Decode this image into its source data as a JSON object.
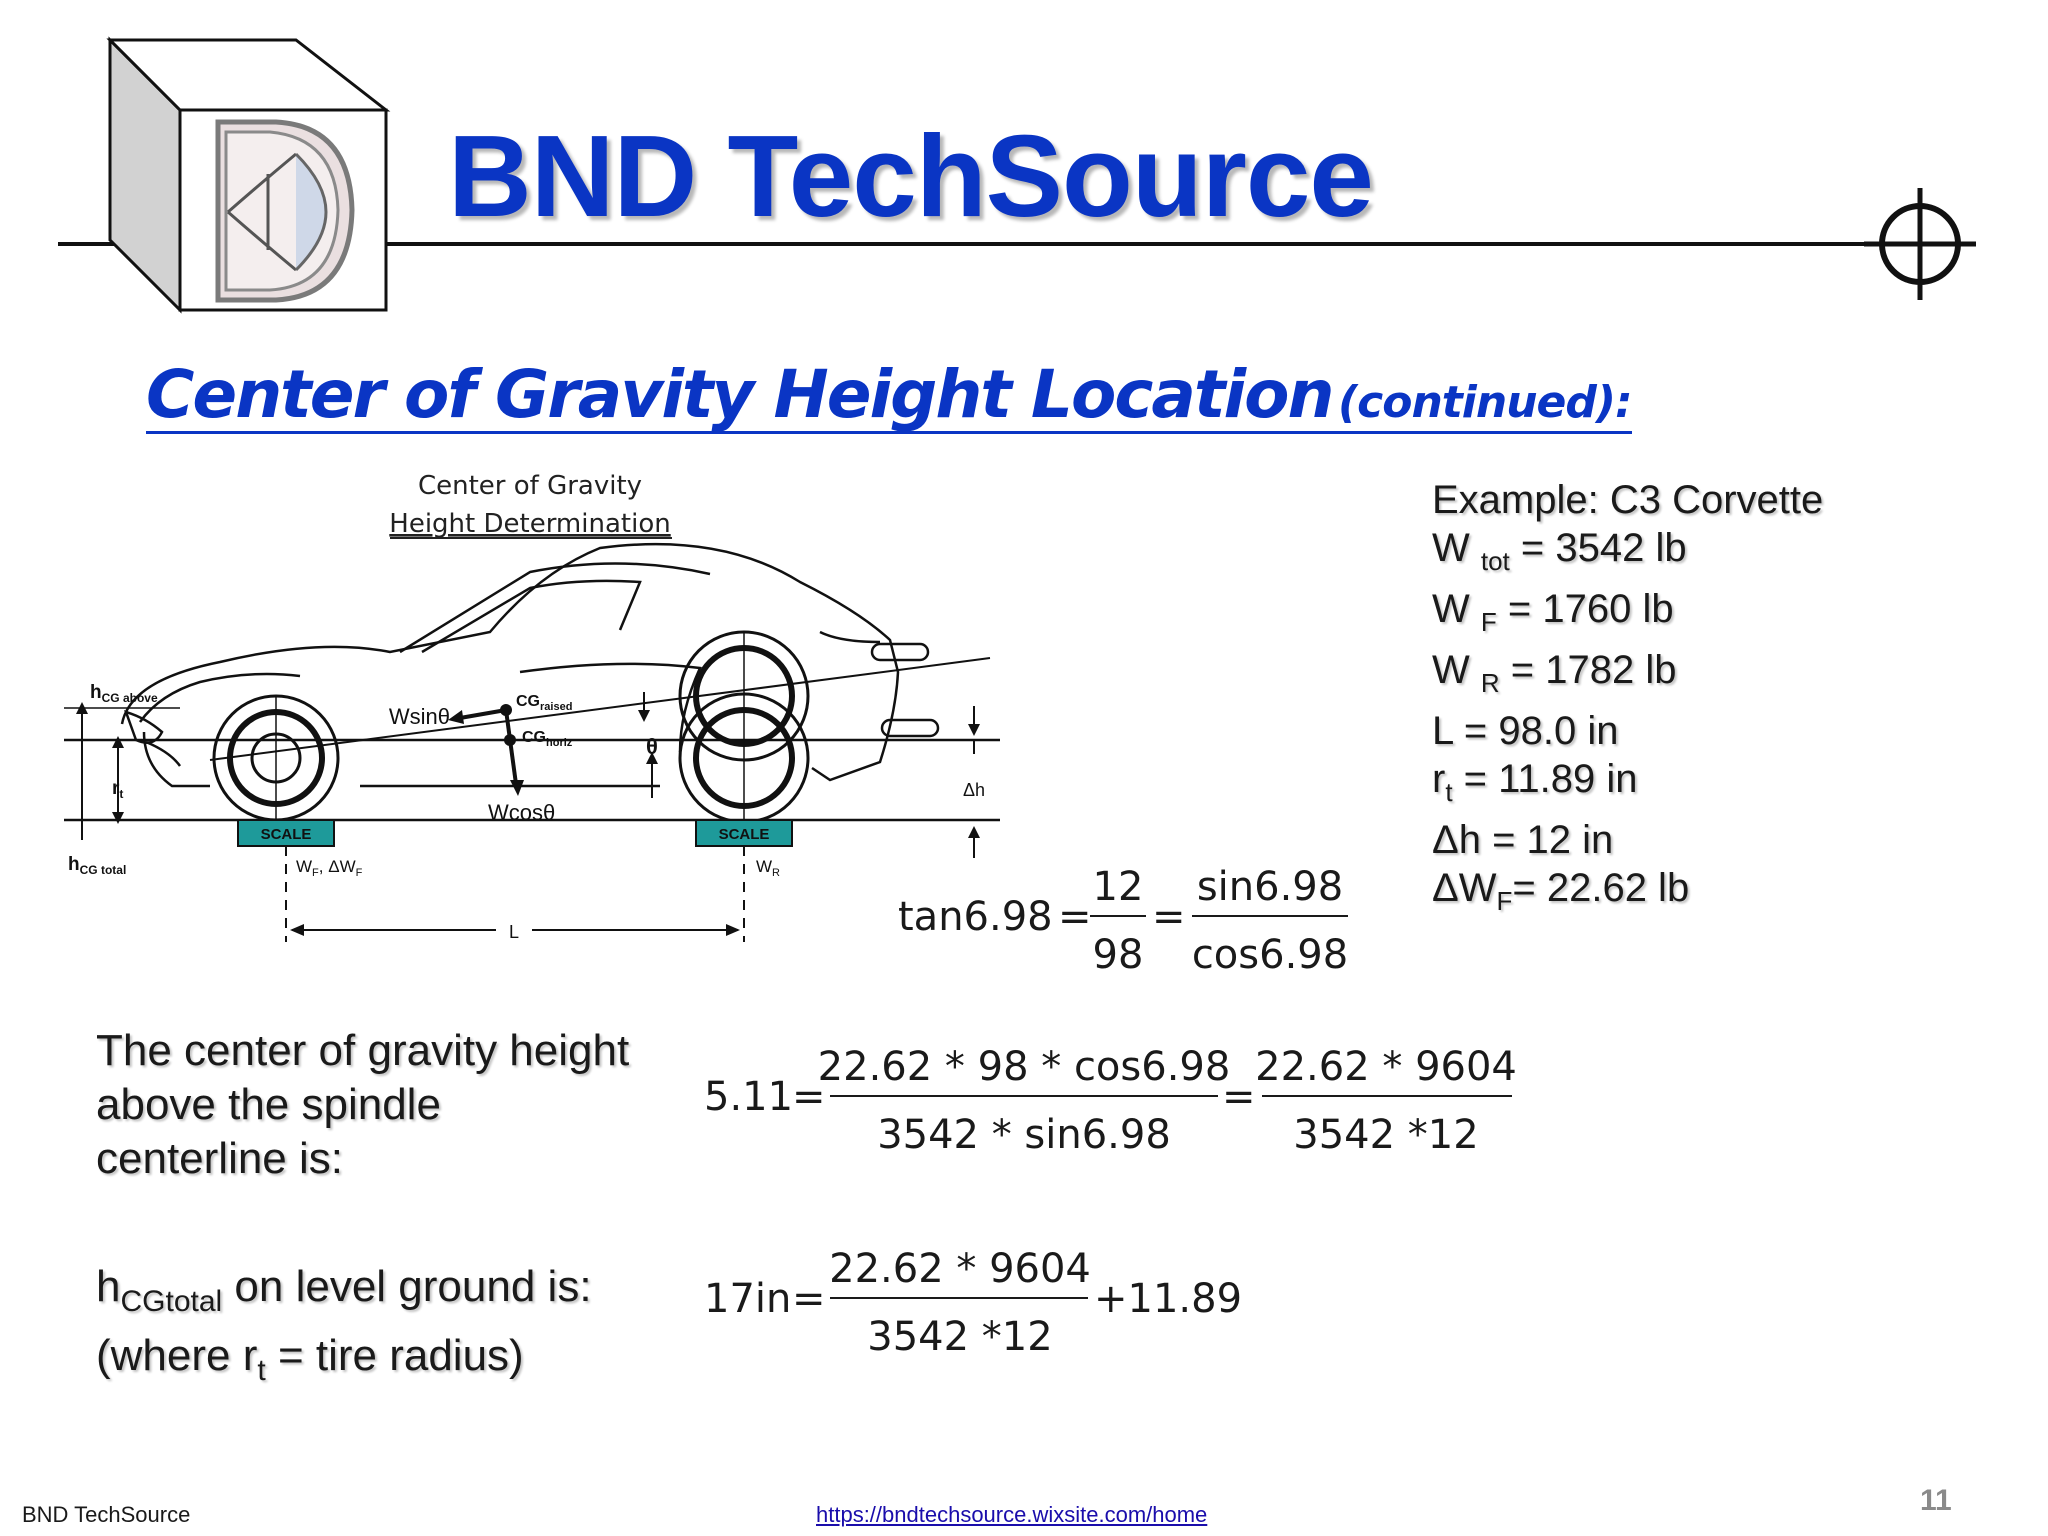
{
  "brand": {
    "title": "BND TechSource",
    "colors": {
      "brand_blue": "#0a35c4",
      "scale_teal": "#1e9a9a"
    }
  },
  "slide": {
    "heading_main": "Center of Gravity Height Location",
    "heading_sub": "(continued):"
  },
  "diagram": {
    "title_line1": "Center of Gravity",
    "title_line2": "Height Determination",
    "labels": {
      "hcg_above": "h",
      "hcg_above_sub": "CG above",
      "rt": "r",
      "rt_sub": "t",
      "hcg_total": "h",
      "hcg_total_sub": "CG total",
      "wsin": "Wsinθ",
      "wcos": "Wcosθ",
      "cg_raised": "CG",
      "cg_raised_sub": "raised",
      "cg_horiz": "CG",
      "cg_horiz_sub": "horiz",
      "theta": "θ",
      "delta_h": "Δh",
      "scale_front": "SCALE",
      "scale_rear": "SCALE",
      "wf": "W",
      "wf_sub": "F",
      "wf_sep": ", ΔW",
      "wf_sep_sub": "F",
      "wr": "W",
      "wr_sub": "R",
      "L": "L"
    }
  },
  "example": {
    "title": "Example: C3 Corvette",
    "rows": [
      {
        "sym": "W ",
        "sub": "tot",
        "rest": " = 3542 lb"
      },
      {
        "sym": "W ",
        "sub": "F",
        "rest": " = 1760 lb"
      },
      {
        "sym": "W ",
        "sub": "R",
        "rest": " = 1782 lb"
      },
      {
        "sym": "L = 98.0 in",
        "sub": "",
        "rest": ""
      },
      {
        "sym": "r",
        "sub": "t",
        "rest": " = 11.89 in"
      },
      {
        "sym": "Δh = 12 in",
        "sub": "",
        "rest": ""
      },
      {
        "sym": "ΔW",
        "sub": "F",
        "rest": "= 22.62 lb"
      }
    ]
  },
  "equations": {
    "eq1": {
      "lhs": "tan6.98",
      "num1": "12",
      "den1": "98",
      "num2": "sin6.98",
      "den2": "cos6.98"
    },
    "eq2": {
      "lhs": "5.11",
      "num1": "22.62 * 98 * cos6.98",
      "den1": "3542 * sin6.98",
      "num2": "22.62 * 9604",
      "den2": "3542 *12"
    },
    "eq3": {
      "lhs": "17in",
      "num1": "22.62 * 9604",
      "den1": "3542 *12",
      "tail": "+11.89"
    },
    "equals": "="
  },
  "paragraphs": {
    "cg_line1": "The center of gravity height",
    "cg_line2": "above the spindle",
    "cg_line3": "centerline is:",
    "total_h": "h",
    "total_sub": "CGtotal",
    "total_rest": " on level ground is:",
    "tire_open": "(where r",
    "tire_sub": "t",
    "tire_rest": " = tire radius)"
  },
  "footer": {
    "left": "BND TechSource",
    "url": "https://bndtechsource.wixsite.com/home",
    "page": "11"
  }
}
